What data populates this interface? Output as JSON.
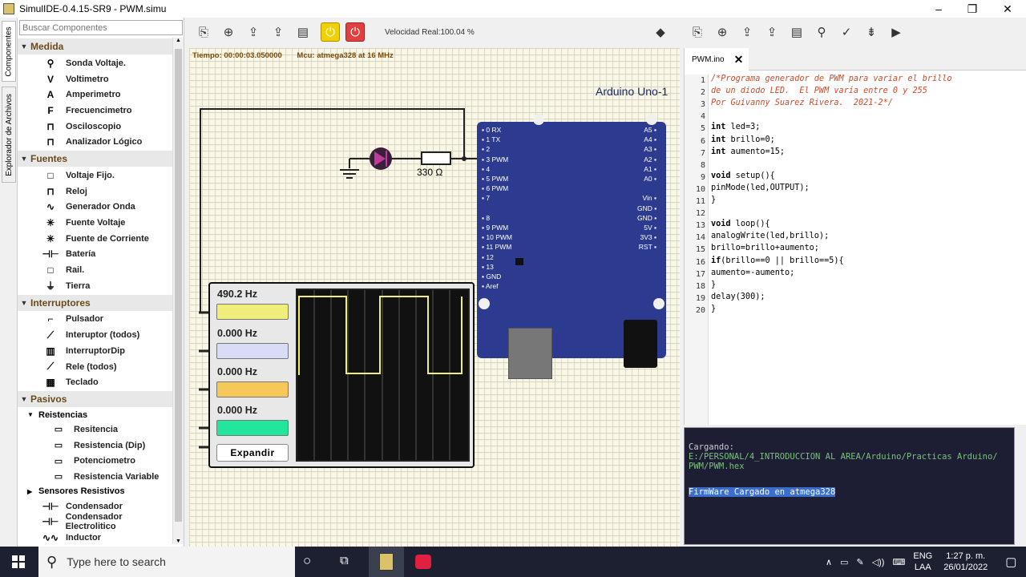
{
  "window": {
    "title": "SimulIDE-0.4.15-SR9  -  PWM.simu"
  },
  "side_tabs": {
    "components": "Componentes",
    "explorer": "Explorador de Archivos"
  },
  "search": {
    "placeholder": "Buscar Componentes"
  },
  "categories": [
    {
      "label": "Medida",
      "items": [
        {
          "label": "Sonda Voltaje.",
          "icon": "probe-icon",
          "glyph": "⚲"
        },
        {
          "label": "Voltimetro",
          "icon": "voltmeter-icon",
          "glyph": "V"
        },
        {
          "label": "Amperimetro",
          "icon": "ammeter-icon",
          "glyph": "A"
        },
        {
          "label": "Frecuencimetro",
          "icon": "frequency-meter-icon",
          "glyph": "F"
        },
        {
          "label": "Osciloscopio",
          "icon": "oscilloscope-icon",
          "glyph": "⊓"
        },
        {
          "label": "Analizador Lógico",
          "icon": "logic-analyzer-icon",
          "glyph": "⊓"
        }
      ]
    },
    {
      "label": "Fuentes",
      "items": [
        {
          "label": "Voltaje Fijo.",
          "icon": "fixed-voltage-icon",
          "glyph": "□"
        },
        {
          "label": "Reloj",
          "icon": "clock-icon",
          "glyph": "⊓"
        },
        {
          "label": "Generador Onda",
          "icon": "wave-generator-icon",
          "glyph": "∿"
        },
        {
          "label": "Fuente Voltaje",
          "icon": "voltage-source-icon",
          "glyph": "✳"
        },
        {
          "label": "Fuente de Corriente",
          "icon": "current-source-icon",
          "glyph": "✳"
        },
        {
          "label": "Batería",
          "icon": "battery-icon",
          "glyph": "⊣⊢"
        },
        {
          "label": "Rail.",
          "icon": "rail-icon",
          "glyph": "□"
        },
        {
          "label": "Tierra",
          "icon": "ground-icon",
          "glyph": "⏚"
        }
      ]
    },
    {
      "label": "Interruptores",
      "items": [
        {
          "label": "Pulsador",
          "icon": "push-button-icon",
          "glyph": "⌐"
        },
        {
          "label": "Interuptor (todos)",
          "icon": "switch-icon",
          "glyph": "⟋"
        },
        {
          "label": "InterruptorDip",
          "icon": "dip-switch-icon",
          "glyph": "▥"
        },
        {
          "label": "Rele (todos)",
          "icon": "relay-icon",
          "glyph": "⟋"
        },
        {
          "label": "Teclado",
          "icon": "keypad-icon",
          "glyph": "▦"
        }
      ]
    }
  ],
  "pasivos": {
    "label": "Pasivos",
    "sub_label": "Reistencias",
    "sub_items": [
      {
        "label": "Resitencia",
        "icon": "resistor-icon",
        "glyph": "▭"
      },
      {
        "label": "Resistencia (Dip)",
        "icon": "resistor-dip-icon",
        "glyph": "▭"
      },
      {
        "label": "Potenciometro",
        "icon": "potentiometer-icon",
        "glyph": "▭"
      },
      {
        "label": "Resistencia Variable",
        "icon": "variable-resistor-icon",
        "glyph": "▭"
      }
    ],
    "sub2_label": "Sensores Resistivos",
    "items": [
      {
        "label": "Condensador",
        "icon": "capacitor-icon",
        "glyph": "⊣⊢"
      },
      {
        "label": "Condensador Electrolitico",
        "icon": "electrolytic-capacitor-icon",
        "glyph": "⊣⊢"
      },
      {
        "label": "Inductor",
        "icon": "inductor-icon",
        "glyph": "∿∿"
      }
    ]
  },
  "toolbar": {
    "speed": "Velocidad Real:100.04 %"
  },
  "canvas": {
    "time": "Tiempo: 00:00:03.050000",
    "mcu": "Mcu: atmega328 at 16 MHz",
    "board_title": "Arduino Uno-1",
    "resistor_label": "330 Ω",
    "left_pins": [
      "0  RX",
      "1  TX",
      "2",
      "3  PWM",
      "4",
      "5  PWM",
      "6  PWM",
      "7",
      "",
      "8",
      "9   PWM",
      "10 PWM",
      "11 PWM",
      "12",
      "13",
      "GND",
      "Aref"
    ],
    "right_pins": [
      "A5",
      "A4",
      "A3",
      "A2",
      "A1",
      "A0",
      "",
      "Vin",
      "GND",
      "GND",
      "5V",
      "3V3",
      "RST"
    ]
  },
  "scope": {
    "channels": [
      {
        "freq": "490.2 Hz",
        "color": "#f0ee7a"
      },
      {
        "freq": "0.000 Hz",
        "color": "#d9dcf6"
      },
      {
        "freq": "0.000 Hz",
        "color": "#f6c85a"
      },
      {
        "freq": "0.000 Hz",
        "color": "#22e69a"
      }
    ],
    "expand_label": "Expandir"
  },
  "editor": {
    "tab": "PWM.ino",
    "lines": [
      {
        "n": "1",
        "t": "/*Programa generador de PWM para variar el brillo",
        "c": "cm"
      },
      {
        "n": "2",
        "t": "de un diodo LED.  El PWM varía entre 0 y 255",
        "c": "cm"
      },
      {
        "n": "3",
        "t": "Por Guivanny Suarez Rivera.  2021-2*/",
        "c": "cm"
      },
      {
        "n": "4",
        "t": "",
        "c": ""
      },
      {
        "n": "5",
        "t": "int led=3;",
        "c": ""
      },
      {
        "n": "6",
        "t": "int brillo=0;",
        "c": ""
      },
      {
        "n": "7",
        "t": "int aumento=15;",
        "c": ""
      },
      {
        "n": "8",
        "t": "",
        "c": ""
      },
      {
        "n": "9",
        "t": "void setup(){",
        "c": ""
      },
      {
        "n": "10",
        "t": "pinMode(led,OUTPUT);",
        "c": ""
      },
      {
        "n": "11",
        "t": "}",
        "c": ""
      },
      {
        "n": "12",
        "t": "",
        "c": ""
      },
      {
        "n": "13",
        "t": "void loop(){",
        "c": ""
      },
      {
        "n": "14",
        "t": "analogWrite(led,brillo);",
        "c": ""
      },
      {
        "n": "15",
        "t": "brillo=brillo+aumento;",
        "c": ""
      },
      {
        "n": "16",
        "t": "if(brillo==0 || brillo==5){",
        "c": ""
      },
      {
        "n": "17",
        "t": "aumento=-aumento;",
        "c": ""
      },
      {
        "n": "18",
        "t": "}",
        "c": ""
      },
      {
        "n": "19",
        "t": "delay(300);",
        "c": ""
      },
      {
        "n": "20",
        "t": "}",
        "c": ""
      }
    ]
  },
  "console": {
    "line1": "Cargando:",
    "line2": "E:/PERSONAL/4_INTRODUCCION AL AREA/Arduino/Practicas Arduino/",
    "line3": "PWM/PWM.hex",
    "line4": "FirmWare Cargado en atmega328"
  },
  "taskbar": {
    "search_placeholder": "Type here to search",
    "lang1": "ENG",
    "lang2": "LAA",
    "time": "1:27 p. m.",
    "date": "26/01/2022"
  }
}
